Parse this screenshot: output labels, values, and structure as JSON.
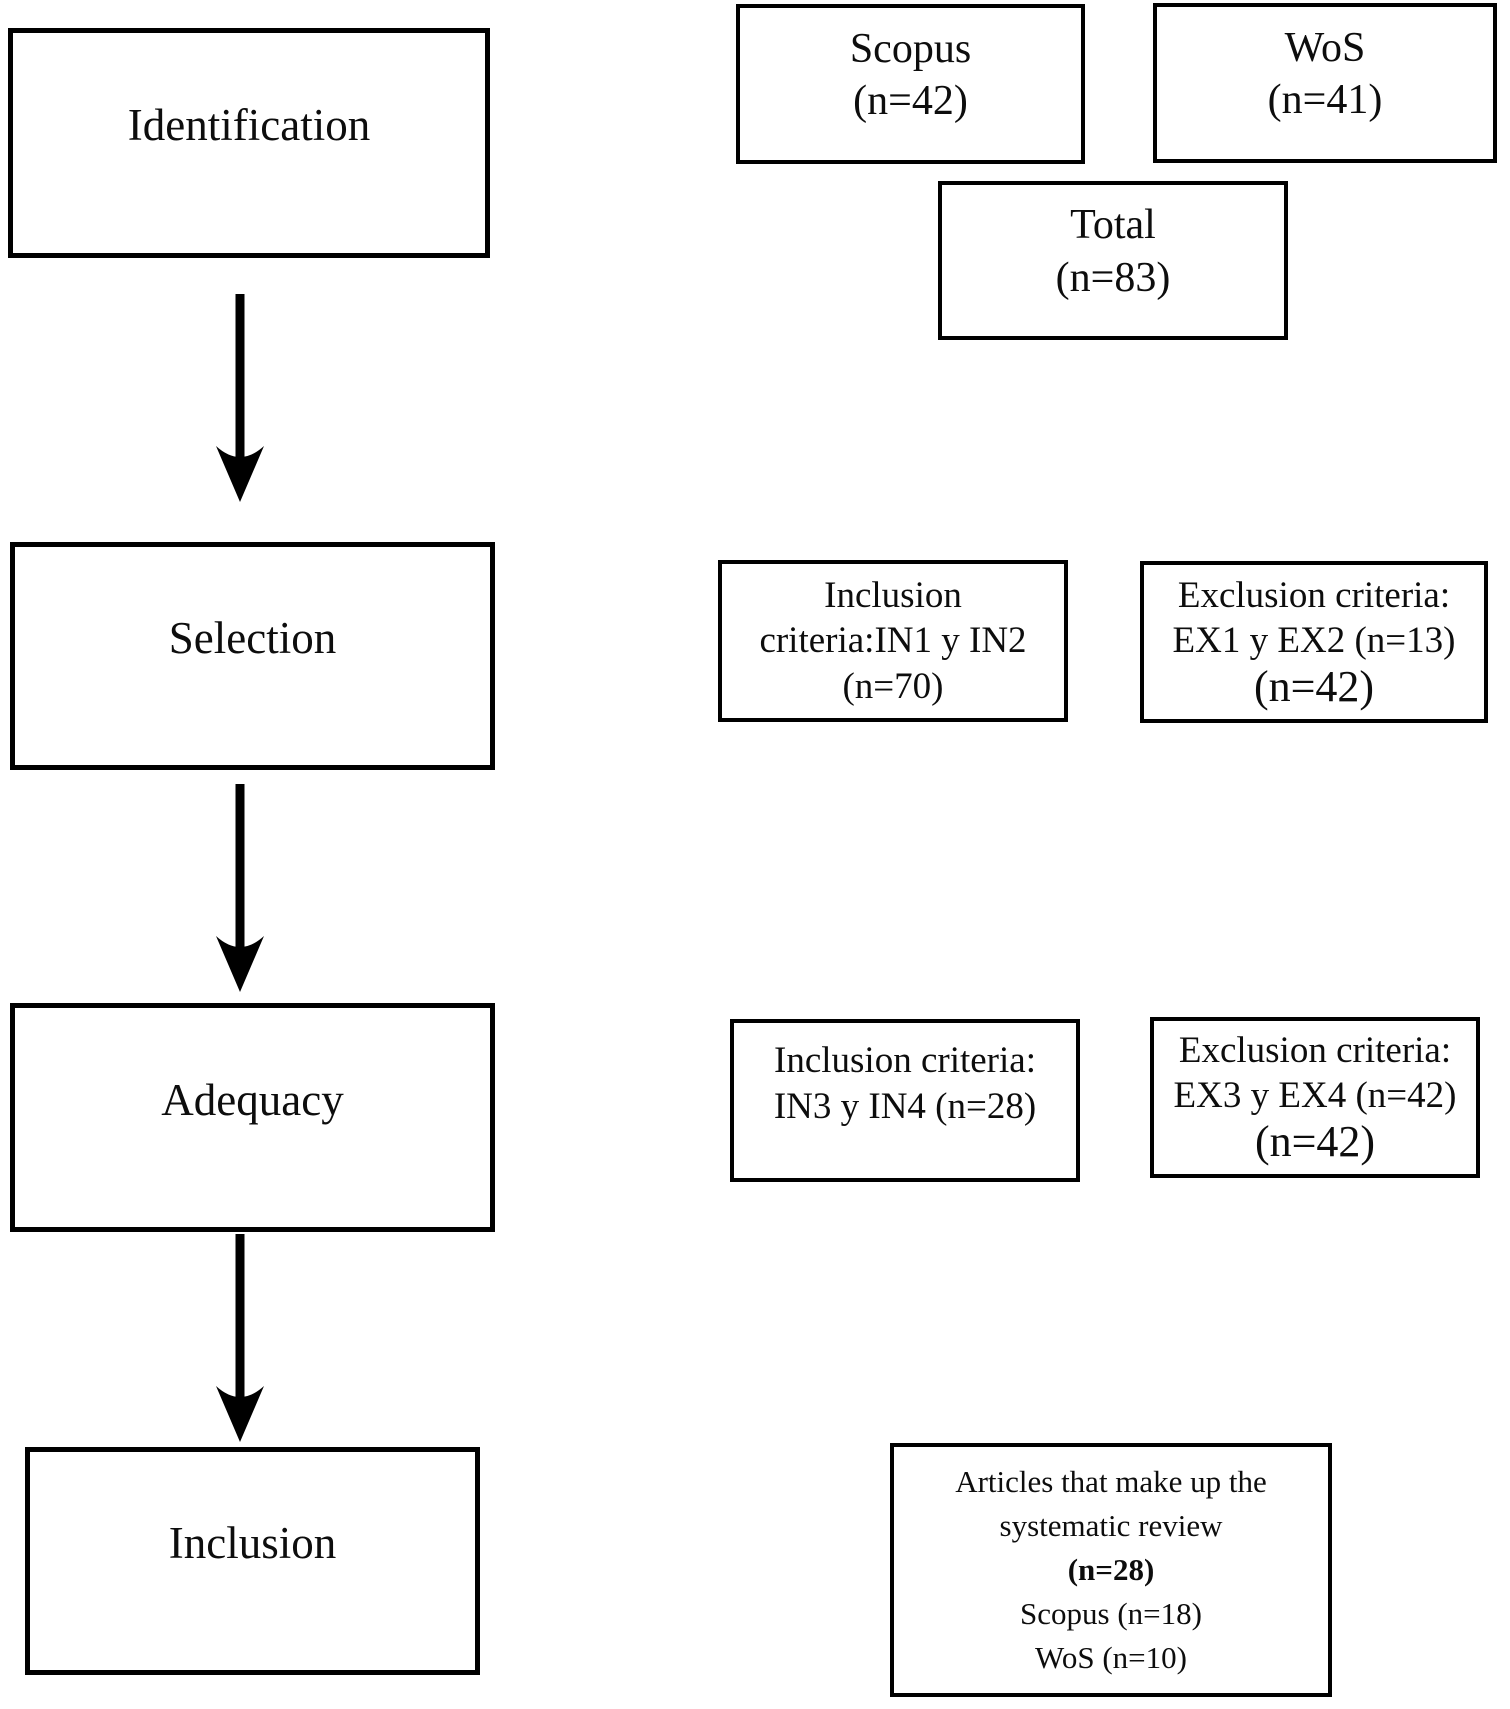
{
  "stages": [
    {
      "label": "Identification"
    },
    {
      "label": "Selection"
    },
    {
      "label": "Adequacy"
    },
    {
      "label": "Inclusion"
    }
  ],
  "boxes": {
    "scopus": {
      "lines": [
        "Scopus",
        "(n=42)"
      ]
    },
    "wos": {
      "lines": [
        "WoS",
        "(n=41)"
      ]
    },
    "total": {
      "lines": [
        "Total",
        "(n=83)"
      ]
    },
    "selection_inclusion": {
      "lines": [
        "Inclusion",
        "criteria:IN1 y IN2",
        "(n=70)"
      ]
    },
    "selection_exclusion": {
      "lines": [
        "Exclusion criteria:",
        "EX1 y EX2 (n=13)",
        "(n=42)"
      ]
    },
    "adequacy_inclusion": {
      "lines": [
        "Inclusion criteria:",
        "IN3 y IN4 (n=28)"
      ]
    },
    "adequacy_exclusion": {
      "lines": [
        "Exclusion criteria:",
        "EX3 y EX4 (n=42)",
        "(n=42)"
      ]
    },
    "final": {
      "lines": [
        "Articles that make up the",
        "systematic review",
        "(n=28)",
        "Scopus (n=18)",
        "WoS (n=10)"
      ]
    }
  },
  "colors": {
    "border": "#000000",
    "background": "#ffffff",
    "text": "#0d0d0d"
  }
}
